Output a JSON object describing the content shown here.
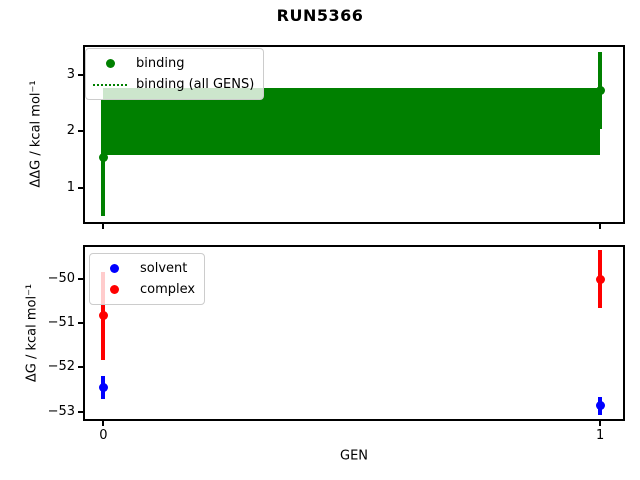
{
  "figure": {
    "title": "RUN5366",
    "background": "#ffffff"
  },
  "plots": {
    "top": {
      "ylabel": "ΔΔG / kcal mol⁻¹"
    },
    "bottom": {
      "ylabel": "ΔG / kcal mol⁻¹",
      "xlabel": "GEN"
    }
  },
  "chart_data": [
    {
      "type": "errorbar",
      "title": "RUN5366",
      "ylabel": "ΔΔG / kcal mol⁻¹",
      "x": [
        0,
        1
      ],
      "xlim": [
        -0.041,
        1.05
      ],
      "ylim": [
        0.36,
        3.53
      ],
      "yticks": [
        1,
        2,
        3
      ],
      "grid": false,
      "legend_position": "upper left",
      "series": [
        {
          "name": "binding",
          "color": "#008000",
          "marker": "circle",
          "values": [
            1.53,
            2.73
          ],
          "errors": [
            1.02,
            0.68
          ]
        }
      ],
      "band": {
        "name": "binding (all GENS)",
        "color": "#008000",
        "line_style": "dotted",
        "center": 2.17,
        "half_width": 0.59,
        "x_range": [
          0,
          1
        ]
      }
    },
    {
      "type": "errorbar",
      "xlabel": "GEN",
      "ylabel": "ΔG / kcal mol⁻¹",
      "x": [
        0,
        1
      ],
      "xlim": [
        -0.041,
        1.05
      ],
      "ylim": [
        -53.21,
        -49.24
      ],
      "yticks": [
        -50,
        -51,
        -52,
        -53
      ],
      "xticks": [
        0,
        1
      ],
      "grid": false,
      "legend_position": "upper left",
      "series": [
        {
          "name": "solvent",
          "color": "#0000ff",
          "marker": "circle",
          "values": [
            -52.46,
            -52.87
          ],
          "errors": [
            0.26,
            0.21
          ]
        },
        {
          "name": "complex",
          "color": "#ff0000",
          "marker": "circle",
          "values": [
            -50.84,
            -50.01
          ],
          "errors": [
            1.0,
            0.65
          ]
        }
      ]
    }
  ]
}
